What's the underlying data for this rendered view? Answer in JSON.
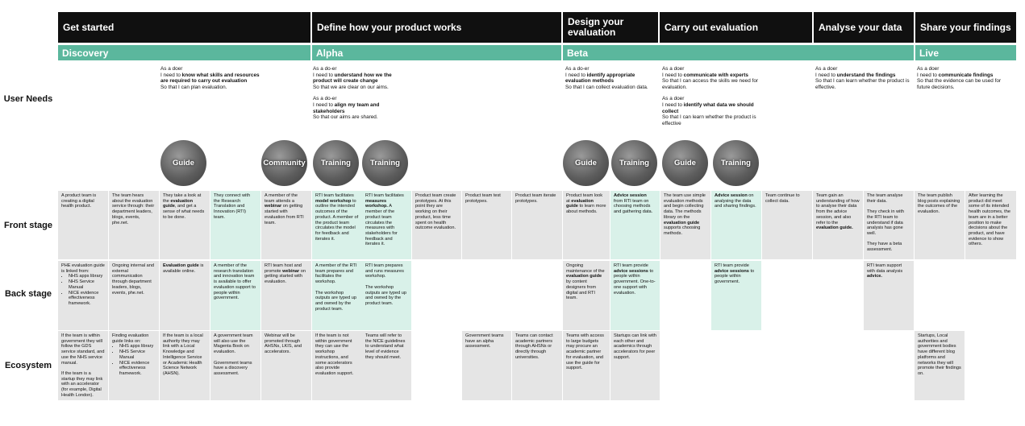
{
  "stages": [
    {
      "id": "get-started",
      "label": "Get started"
    },
    {
      "id": "define",
      "label": "Define how your product works"
    },
    {
      "id": "design",
      "label": "Design your evaluation"
    },
    {
      "id": "carry-out",
      "label": "Carry out evaluation"
    },
    {
      "id": "analyse",
      "label": "Analyse your data"
    },
    {
      "id": "share",
      "label": "Share your findings"
    }
  ],
  "phases": [
    {
      "id": "discovery",
      "label": "Discovery"
    },
    {
      "id": "alpha",
      "label": "Alpha"
    },
    {
      "id": "beta",
      "label": "Beta"
    },
    {
      "id": "live",
      "label": "Live"
    }
  ],
  "row_labels": {
    "user_needs": "User Needs",
    "front_stage": "Front stage",
    "back_stage": "Back stage",
    "ecosystem": "Ecosystem"
  },
  "needs": [
    {
      "id": "n1",
      "blocks": [
        {
          "role": "As a doer",
          "prefix": "I need to ",
          "bold": "know what skills and resources are required to carry out evaluation",
          "suffix": "",
          "so": "So that I can plan evaluation."
        }
      ]
    },
    {
      "id": "n2",
      "blocks": [
        {
          "role": "As a do-er",
          "prefix": "I need to ",
          "bold": "understand how we the product will create change",
          "suffix": "",
          "so": "So that we are clear on our aims."
        },
        {
          "role": "As a do-er",
          "prefix": "I need to ",
          "bold": "align my team and stakeholders",
          "suffix": "",
          "so": "So that our aims are shared."
        }
      ]
    },
    {
      "id": "n3",
      "blocks": [
        {
          "role": "As a do-er",
          "prefix": "I need to ",
          "bold": "identify appropriate evaluation methods",
          "suffix": "",
          "so": "So that I can collect evaluation data."
        }
      ]
    },
    {
      "id": "n4",
      "blocks": [
        {
          "role": "As a doer",
          "prefix": "I need to ",
          "bold": "communicate with experts",
          "suffix": "",
          "so": "So that I can access the skills we need for evaluation."
        },
        {
          "role": "As a doer",
          "prefix": "I need to ",
          "bold": "identify what data we should collect",
          "suffix": "",
          "so": "So that I can learn whether the product is effective"
        }
      ]
    },
    {
      "id": "n5",
      "blocks": [
        {
          "role": "As a doer",
          "prefix": "I need to ",
          "bold": "understand the findings",
          "suffix": "",
          "so": "So that I can learn whether the product is effective."
        }
      ]
    },
    {
      "id": "n6",
      "blocks": [
        {
          "role": "As a doer",
          "prefix": "I need to ",
          "bold": "communicate findings",
          "suffix": "",
          "so": "So that the evidence can be used for future decisions."
        }
      ]
    }
  ],
  "touchpoints": [
    {
      "id": "t1",
      "label": "Guide"
    },
    {
      "id": "t2",
      "label": "Community"
    },
    {
      "id": "t3",
      "label": "Training"
    },
    {
      "id": "t4",
      "label": "Training"
    },
    {
      "id": "t5",
      "label": "Guide"
    },
    {
      "id": "t6",
      "label": "Training"
    },
    {
      "id": "t7",
      "label": "Guide"
    },
    {
      "id": "t8",
      "label": "Training"
    }
  ],
  "front": [
    {
      "html": "A product team is creating a digital health product."
    },
    {
      "html": "The team hears about the evaluation service through: their department leaders, blogs, events, phe.net."
    },
    {
      "html": "They take a look at the <b>evaluation guide</b>, and get a sense of what needs to be done."
    },
    {
      "html": "They connect with the Research Translation and Innovation (RTI) team."
    },
    {
      "html": "A member of the team attends a <b>webinar</b> on getting started with evaluation from RTI team."
    },
    {
      "html": "RTI team facilitates <b>model workshop</b> to outline the intended outcomes of the product. A member of the product team circulates the model for feedback and iterates it."
    },
    {
      "html": "RTI team facilitates <b>measures workshop.</b> A member of the product team circulates the measures with stakeholders for feedback and iterates it."
    },
    {
      "html": "Product team create prototypes. At this point they are working on their product, less time spent on health outcome evaluation."
    },
    {
      "html": "Product team test prototypes."
    },
    {
      "html": "Product team iterate prototypes."
    },
    {
      "html": "Product team look at <b>evaluation guide</b> to learn more about methods."
    },
    {
      "html": "<b>Advice session</b> from RTI team on choosing methods and gathering data."
    },
    {
      "html": "The team use simple evaluation methods and begin collecting data. The methods library on the <b>evaluation guide</b> supports choosing methods."
    },
    {
      "html": "<b>Advice session</b> on analysing the data and sharing findings."
    },
    {
      "html": "Team continue to collect data."
    },
    {
      "html": "Team gain an understanding of how to analyse their data from the advice session, and also refer to the <b>evaluation guide.</b>"
    },
    {
      "html": "The team analyse their data.<br><br>They check in with the RTI team to understand if data analysis has gone well.<br><br>They have a beta assessment."
    },
    {
      "html": "The team publish blog posts explaining the outcomes of the evaluation."
    },
    {
      "html": "After learning the product did meet some of its intended health outcomes, the team are in a better position to make decisions about the product, and have evidence to show others."
    }
  ],
  "back": [
    {
      "html": "PHE evaluation guide is linked from:<ul><li>NHS apps library</li><li>NHS Service Manual</li><li>NICE evidence effectiveness framework.</li></ul>"
    },
    {
      "html": "Ongoing internal and external communication through department leaders, blogs, events, phe.net."
    },
    {
      "html": "<b>Evaluation guide</b> is available online."
    },
    {
      "html": "A member of the research translation and innovation team is available to offer evaluation support to people within government."
    },
    {
      "html": "RTI team host and promote <b>webinar</b> on getting started with evaluation."
    },
    {
      "html": "A member of the RTI team prepares and facilitates the workshop.<br><br>The workshop outputs are typed up and owned by the product team."
    },
    {
      "html": "RTI team prepares and runs measures workshop.<br><br>The workshop outputs are typed up and owned by the product team."
    },
    {
      "html": "Ongoing maintenance of the <b>evaluation guide</b> by content designers from digital and RTI team."
    },
    {
      "html": "RTI team provide <b>advice sessions</b> to people within government. One-to-one support with evaluation."
    },
    {
      "html": "RTI team provide <b>advice sessions</b> to people within government."
    },
    {
      "html": "RTI team support with data analysis <b>advice.</b>"
    }
  ],
  "eco": [
    {
      "html": "If the team is within government they will follow the GDS service standard, and use the NHS service manual.<br><br>If the team is a startup they may link with an accelerator (for example, Digital Health London)."
    },
    {
      "html": "Finding evaluation guide links on:<ul><li>NHS apps library</li><li>NHS Service Manual</li><li>NICE evidence effectiveness framework.</li></ul>"
    },
    {
      "html": "If the team is a local authority they may link with a Local Knowledge and Intelligence Service or Academic Health Science Network (AHSN)."
    },
    {
      "html": "A government team will also use the Magenta Book on evaluation.<br><br>Government teams have a discovery assessment."
    },
    {
      "html": "Webinar will be promoted through AHSNs, LKIS, and accelerators."
    },
    {
      "html": "If the team is not within government they can use the workshop instructions, and some accelerators also provide evaluation support."
    },
    {
      "html": "Teams will refer to the NICE guidelines to understand what level of evidence they should meet."
    },
    {
      "html": "Government teams have an alpha assessment."
    },
    {
      "html": "Teams can contact academic partners through AHSNs or directly through universities."
    },
    {
      "html": "Teams with access to large budgets may procure an academic partner for evaluation, and use the guide for support."
    },
    {
      "html": "Startups can link with each other and academics through accelerators for peer support."
    },
    {
      "html": "Startups, Local authorities and government bodies have different blog platforms and networks they will promote their findings on."
    }
  ]
}
